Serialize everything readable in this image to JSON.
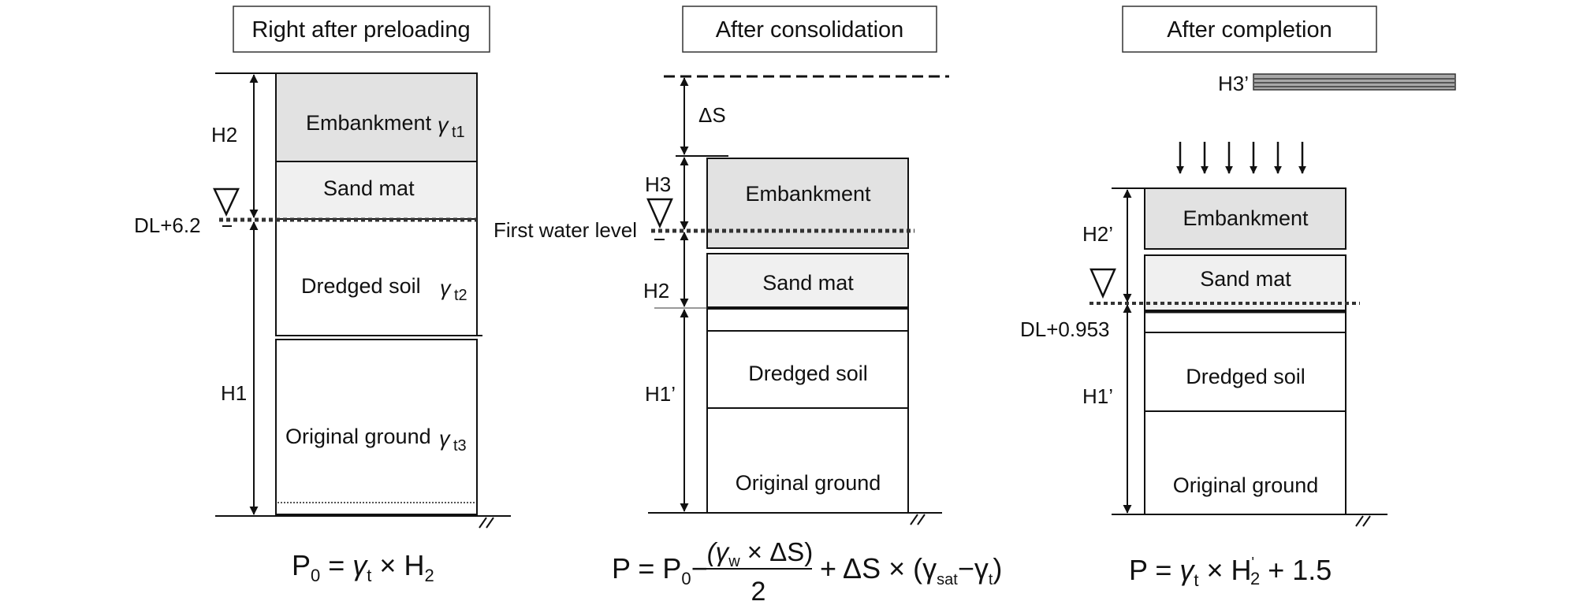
{
  "panel1": {
    "title": "Right after preloading",
    "layers": {
      "embankment": "Embankment",
      "embankment_sym": "γ",
      "embankment_sub": "t1",
      "sand_mat": "Sand mat",
      "dredged": "Dredged soil",
      "dredged_sym": "γ",
      "dredged_sub": "t2",
      "original": "Original ground",
      "original_sym": "γ",
      "original_sub": "t3"
    },
    "labels": {
      "h2": "H2",
      "h1": "H1",
      "water": "DL+6.2"
    },
    "equation": {
      "p": "P",
      "p_sub": "0",
      "eq": " = ",
      "g": "γ",
      "g_sub": "t",
      "times": " × H",
      "h_sub": "2"
    }
  },
  "panel2": {
    "title": "After consolidation",
    "layers": {
      "embankment": "Embankment",
      "sand_mat": "Sand mat",
      "dredged": "Dredged soil",
      "original": "Original ground"
    },
    "labels": {
      "ds": "ΔS",
      "h3": "H3",
      "water": "First water level",
      "h2": "H2",
      "h1": "H1’"
    },
    "equation": {
      "lhs": "P = P",
      "lhs_sub": "0",
      "minus": "−",
      "num_open": "(γ",
      "num_w": "w",
      "num_rest": " × ΔS)",
      "den": "2",
      "rhs": "+ ΔS × (γ",
      "rhs_sat": "sat",
      "rhs_minus": "−γ",
      "rhs_t": "t",
      "rhs_close": ")"
    }
  },
  "panel3": {
    "title": "After completion",
    "layers": {
      "embankment": "Embankment",
      "sand_mat": "Sand mat",
      "dredged": "Dredged soil",
      "original": "Original ground"
    },
    "labels": {
      "h3": "H3’",
      "h2": "H2’",
      "water": "DL+0.953",
      "h1": "H1’"
    },
    "equation": {
      "p": "P = ",
      "g": "γ",
      "g_sub": "t",
      "times": " × H",
      "h_sup": "'",
      "h_sub": "2",
      "plus": " + 1.5"
    }
  }
}
